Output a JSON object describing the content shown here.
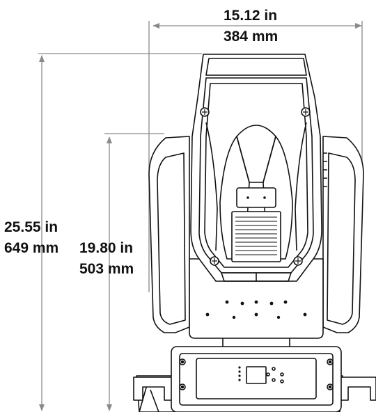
{
  "dimensions": {
    "width": {
      "imperial": "15.12 in",
      "metric": "384 mm"
    },
    "overall_height": {
      "imperial": "25.55 in",
      "metric": "649 mm"
    },
    "body_height": {
      "imperial": "19.80 in",
      "metric": "503 mm"
    }
  },
  "colors": {
    "outline": "#111111",
    "dimension_line": "#8a8a8a",
    "fill": "#ffffff",
    "text": "#111111"
  }
}
